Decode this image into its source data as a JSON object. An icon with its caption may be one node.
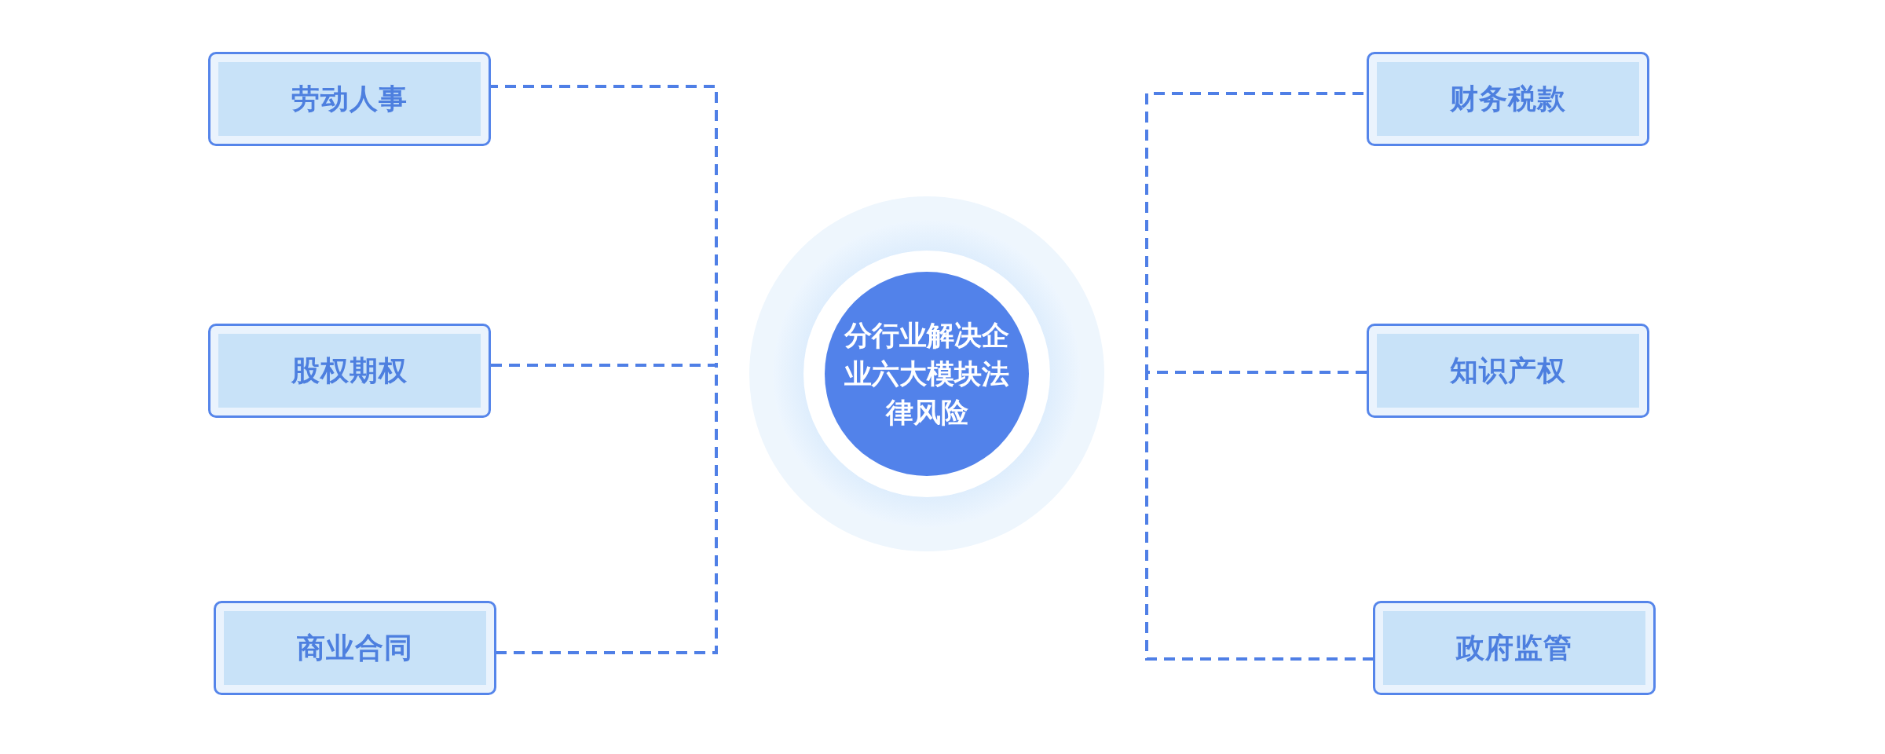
{
  "diagram": {
    "nodes": [
      {
        "text": [
          "分行业解决企业六大模块法律风险"
        ]
      },
      {
        "text": [
          "劳动人事"
        ]
      },
      {
        "text": [
          "股权期权"
        ]
      },
      {
        "text": [
          "商业合同"
        ]
      },
      {
        "text": [
          "财务税款"
        ]
      },
      {
        "text": [
          "知识产权"
        ]
      },
      {
        "text": [
          "政府监管"
        ]
      }
    ],
    "edges": [
      {
        "from": 2,
        "to": 1,
        "arrow": "none",
        "style": "dashed"
      },
      {
        "from": 2,
        "to": 3,
        "arrow": "none",
        "style": "dashed"
      },
      {
        "from": 5,
        "to": 4,
        "arrow": "none",
        "style": "dashed"
      },
      {
        "from": 5,
        "to": 6,
        "arrow": "none",
        "style": "dashed"
      }
    ]
  }
}
